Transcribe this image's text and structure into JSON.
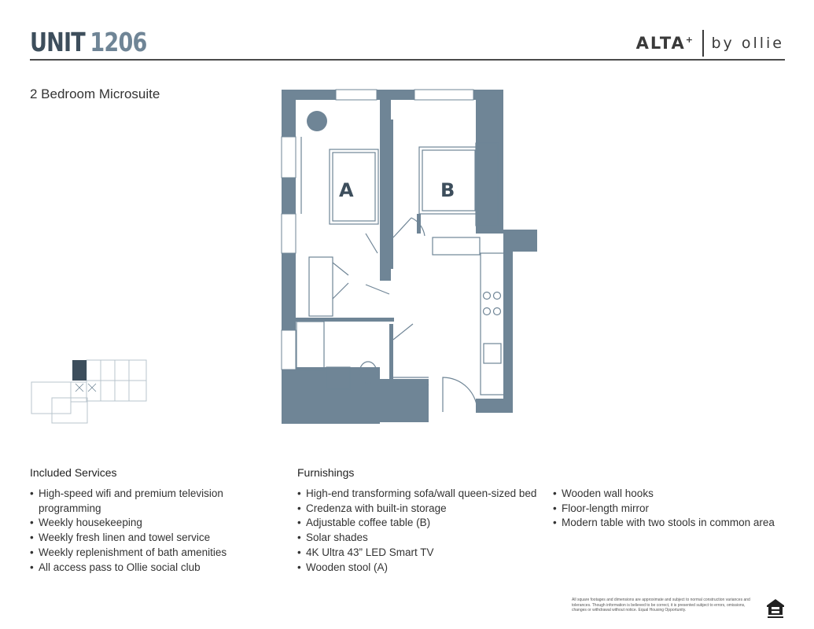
{
  "header": {
    "unit_word": "UNIT",
    "unit_number": "1206",
    "brand_alta": "ALTA",
    "brand_plus": "+",
    "brand_by": "by ollie"
  },
  "plan": {
    "subtitle": "2 Bedroom Microsuite",
    "room_a_label": "A",
    "room_b_label": "B",
    "wall_color": "#6f8596",
    "fill_color": "#ffffff"
  },
  "services": {
    "heading": "Included Services",
    "items": [
      "High-speed wifi and premium television programming",
      "Weekly housekeeping",
      "Weekly fresh linen and towel service",
      "Weekly replenishment of bath amenities",
      "All access pass to Ollie social club"
    ]
  },
  "furnishings": {
    "heading": "Furnishings",
    "col1": [
      "High-end transforming sofa/wall queen-sized bed",
      "Credenza with built-in storage",
      "Adjustable coffee table (B)",
      "Solar shades",
      "4K Ultra 43” LED Smart TV",
      "Wooden stool (A)"
    ],
    "col2": [
      "Wooden wall hooks",
      "Floor-length mirror",
      "Modern table with two stools in common area"
    ]
  },
  "footer": {
    "disclaimer": "All square footages and dimensions are approximate and subject to normal construction variances and tolerances. Though information is believed to be correct, it is presented subject to errors, omissions, changes or withdrawal without notice. Equal Housing Opportunity."
  }
}
